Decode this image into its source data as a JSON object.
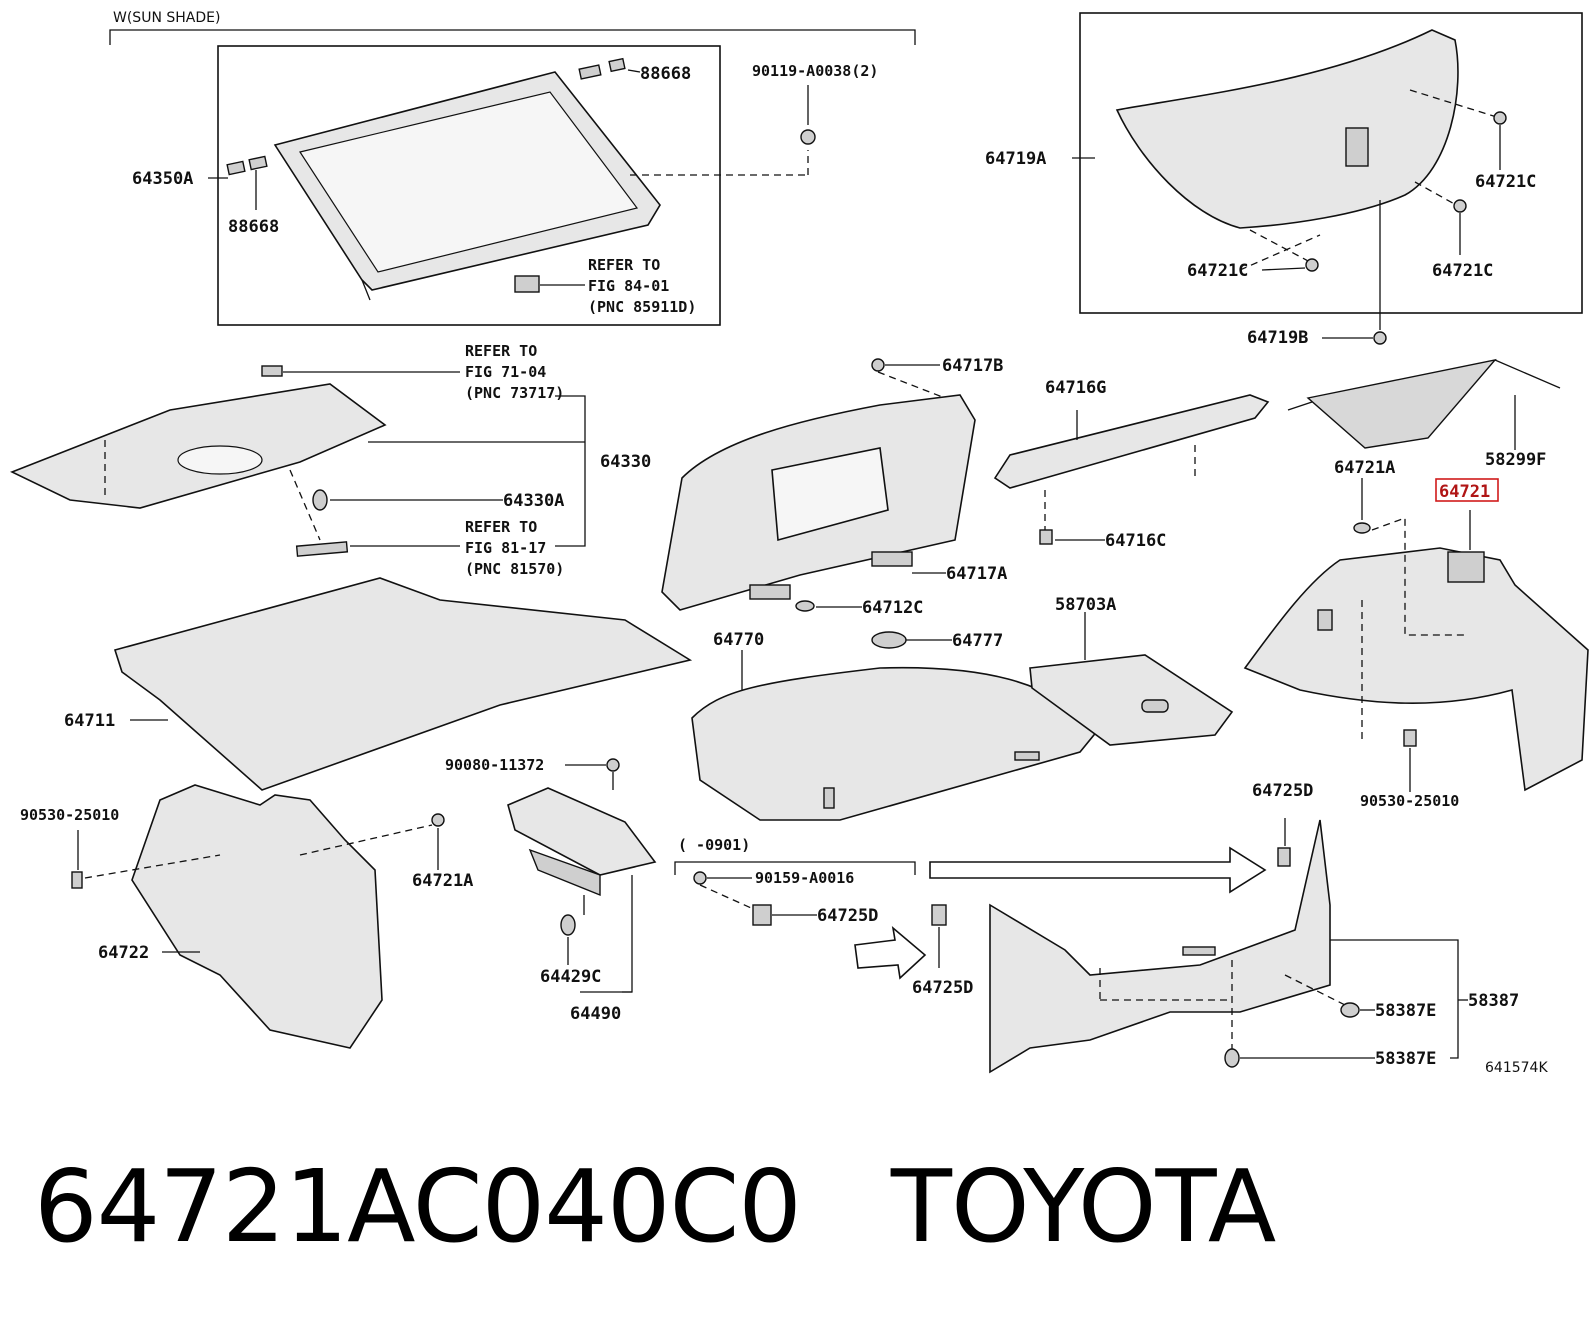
{
  "labels": {
    "sun_shade_group": "W(SUN SHADE)",
    "p88668_a": "88668",
    "p88668_b": "88668",
    "p64350A": "64350A",
    "p90119": "90119-A0038(2)",
    "refer_84_1": "REFER TO",
    "refer_84_2": "FIG 84-01",
    "refer_84_3": "(PNC 85911D)",
    "p64719A": "64719A",
    "p64721C_a": "64721C",
    "p64721C_b": "64721C",
    "p64721C_c": "64721C",
    "p64719B": "64719B",
    "refer_71_1": "REFER TO",
    "refer_71_2": "FIG 71-04",
    "refer_71_3": "(PNC 73717)",
    "p64330": "64330",
    "p64330A": "64330A",
    "refer_81_1": "REFER TO",
    "refer_81_2": "FIG 81-17",
    "refer_81_3": "(PNC 81570)",
    "p64717B": "64717B",
    "p64716G": "64716G",
    "p58299F": "58299F",
    "p64721A_a": "64721A",
    "p64721_hl": "64721",
    "p64716C": "64716C",
    "p64717A": "64717A",
    "p64712C": "64712C",
    "p64777": "64777",
    "p58703A": "58703A",
    "p64770": "64770",
    "p64711": "64711",
    "p90080": "90080-11372",
    "p90530_a": "90530-25010",
    "p64721A_b": "64721A",
    "p64722": "64722",
    "p64429C": "64429C",
    "p64490": "64490",
    "range_0901": "(     -0901)",
    "p90159": "90159-A0016",
    "p64725D_a": "64725D",
    "p64725D_b": "64725D",
    "p64725D_c": "64725D",
    "p90530_b": "90530-25010",
    "p58387E_a": "58387E",
    "p58387E_b": "58387E",
    "p58387": "58387",
    "fig_code": "641574K"
  },
  "caption": {
    "part_number": "64721AC040C0",
    "brand": "TOYOTA"
  }
}
